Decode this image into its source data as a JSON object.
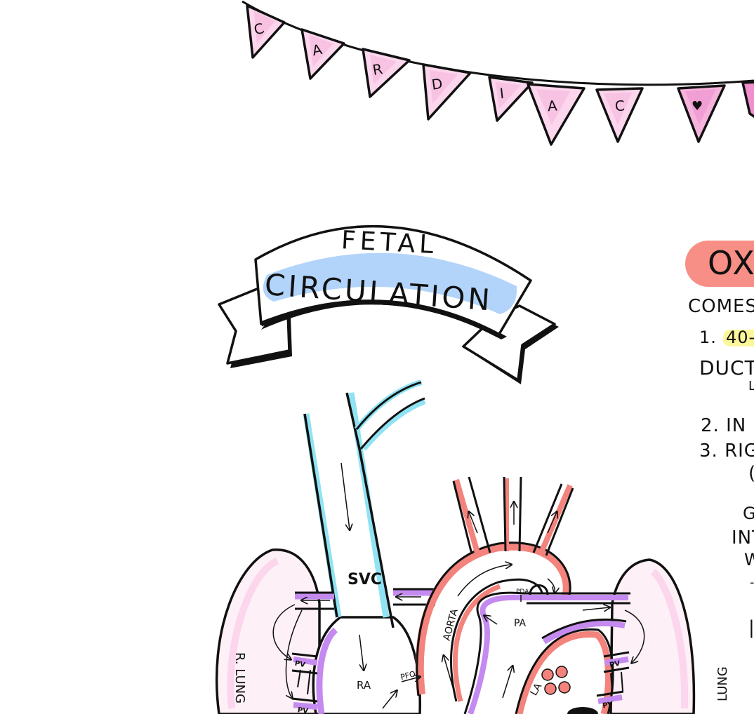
{
  "banner": {
    "letters": [
      "C",
      "A",
      "R",
      "D",
      "I",
      "A",
      "C",
      "♥"
    ]
  },
  "ribbon": {
    "line1": "FETAL",
    "line2": "CIRCULATION"
  },
  "diagram": {
    "labels": {
      "svc": "SVC",
      "ra": "RA",
      "pfo": "PFO",
      "aorta": "AORTA",
      "pda": "PDA",
      "pa": "PA",
      "la": "LA",
      "pv": "PV",
      "r_lung": "R. LUNG",
      "l_lung": "LUNG"
    }
  },
  "side_panel": {
    "heading": "OXY",
    "line_comes": "COMES F",
    "item1_num": "1.",
    "item1_text": "40-",
    "item1_sub": "DUCTU",
    "item1_sub2": "L",
    "item2": "2. IN",
    "item3": "3. RIG",
    "item3_sub": "(",
    "frag_g": "G",
    "frag_int": "INT",
    "frag_w": "W",
    "frag_dash": "-",
    "frag_bar": "|"
  },
  "colors": {
    "pink": "#f6b3dc",
    "pink_light": "#fbd6ec",
    "blue": "#b3d4fa",
    "cyan": "#8fe3f3",
    "red": "#f3837c",
    "purple": "#c58af0",
    "yellow": "#fbf79a",
    "oxy_pill": "#f78f86"
  }
}
